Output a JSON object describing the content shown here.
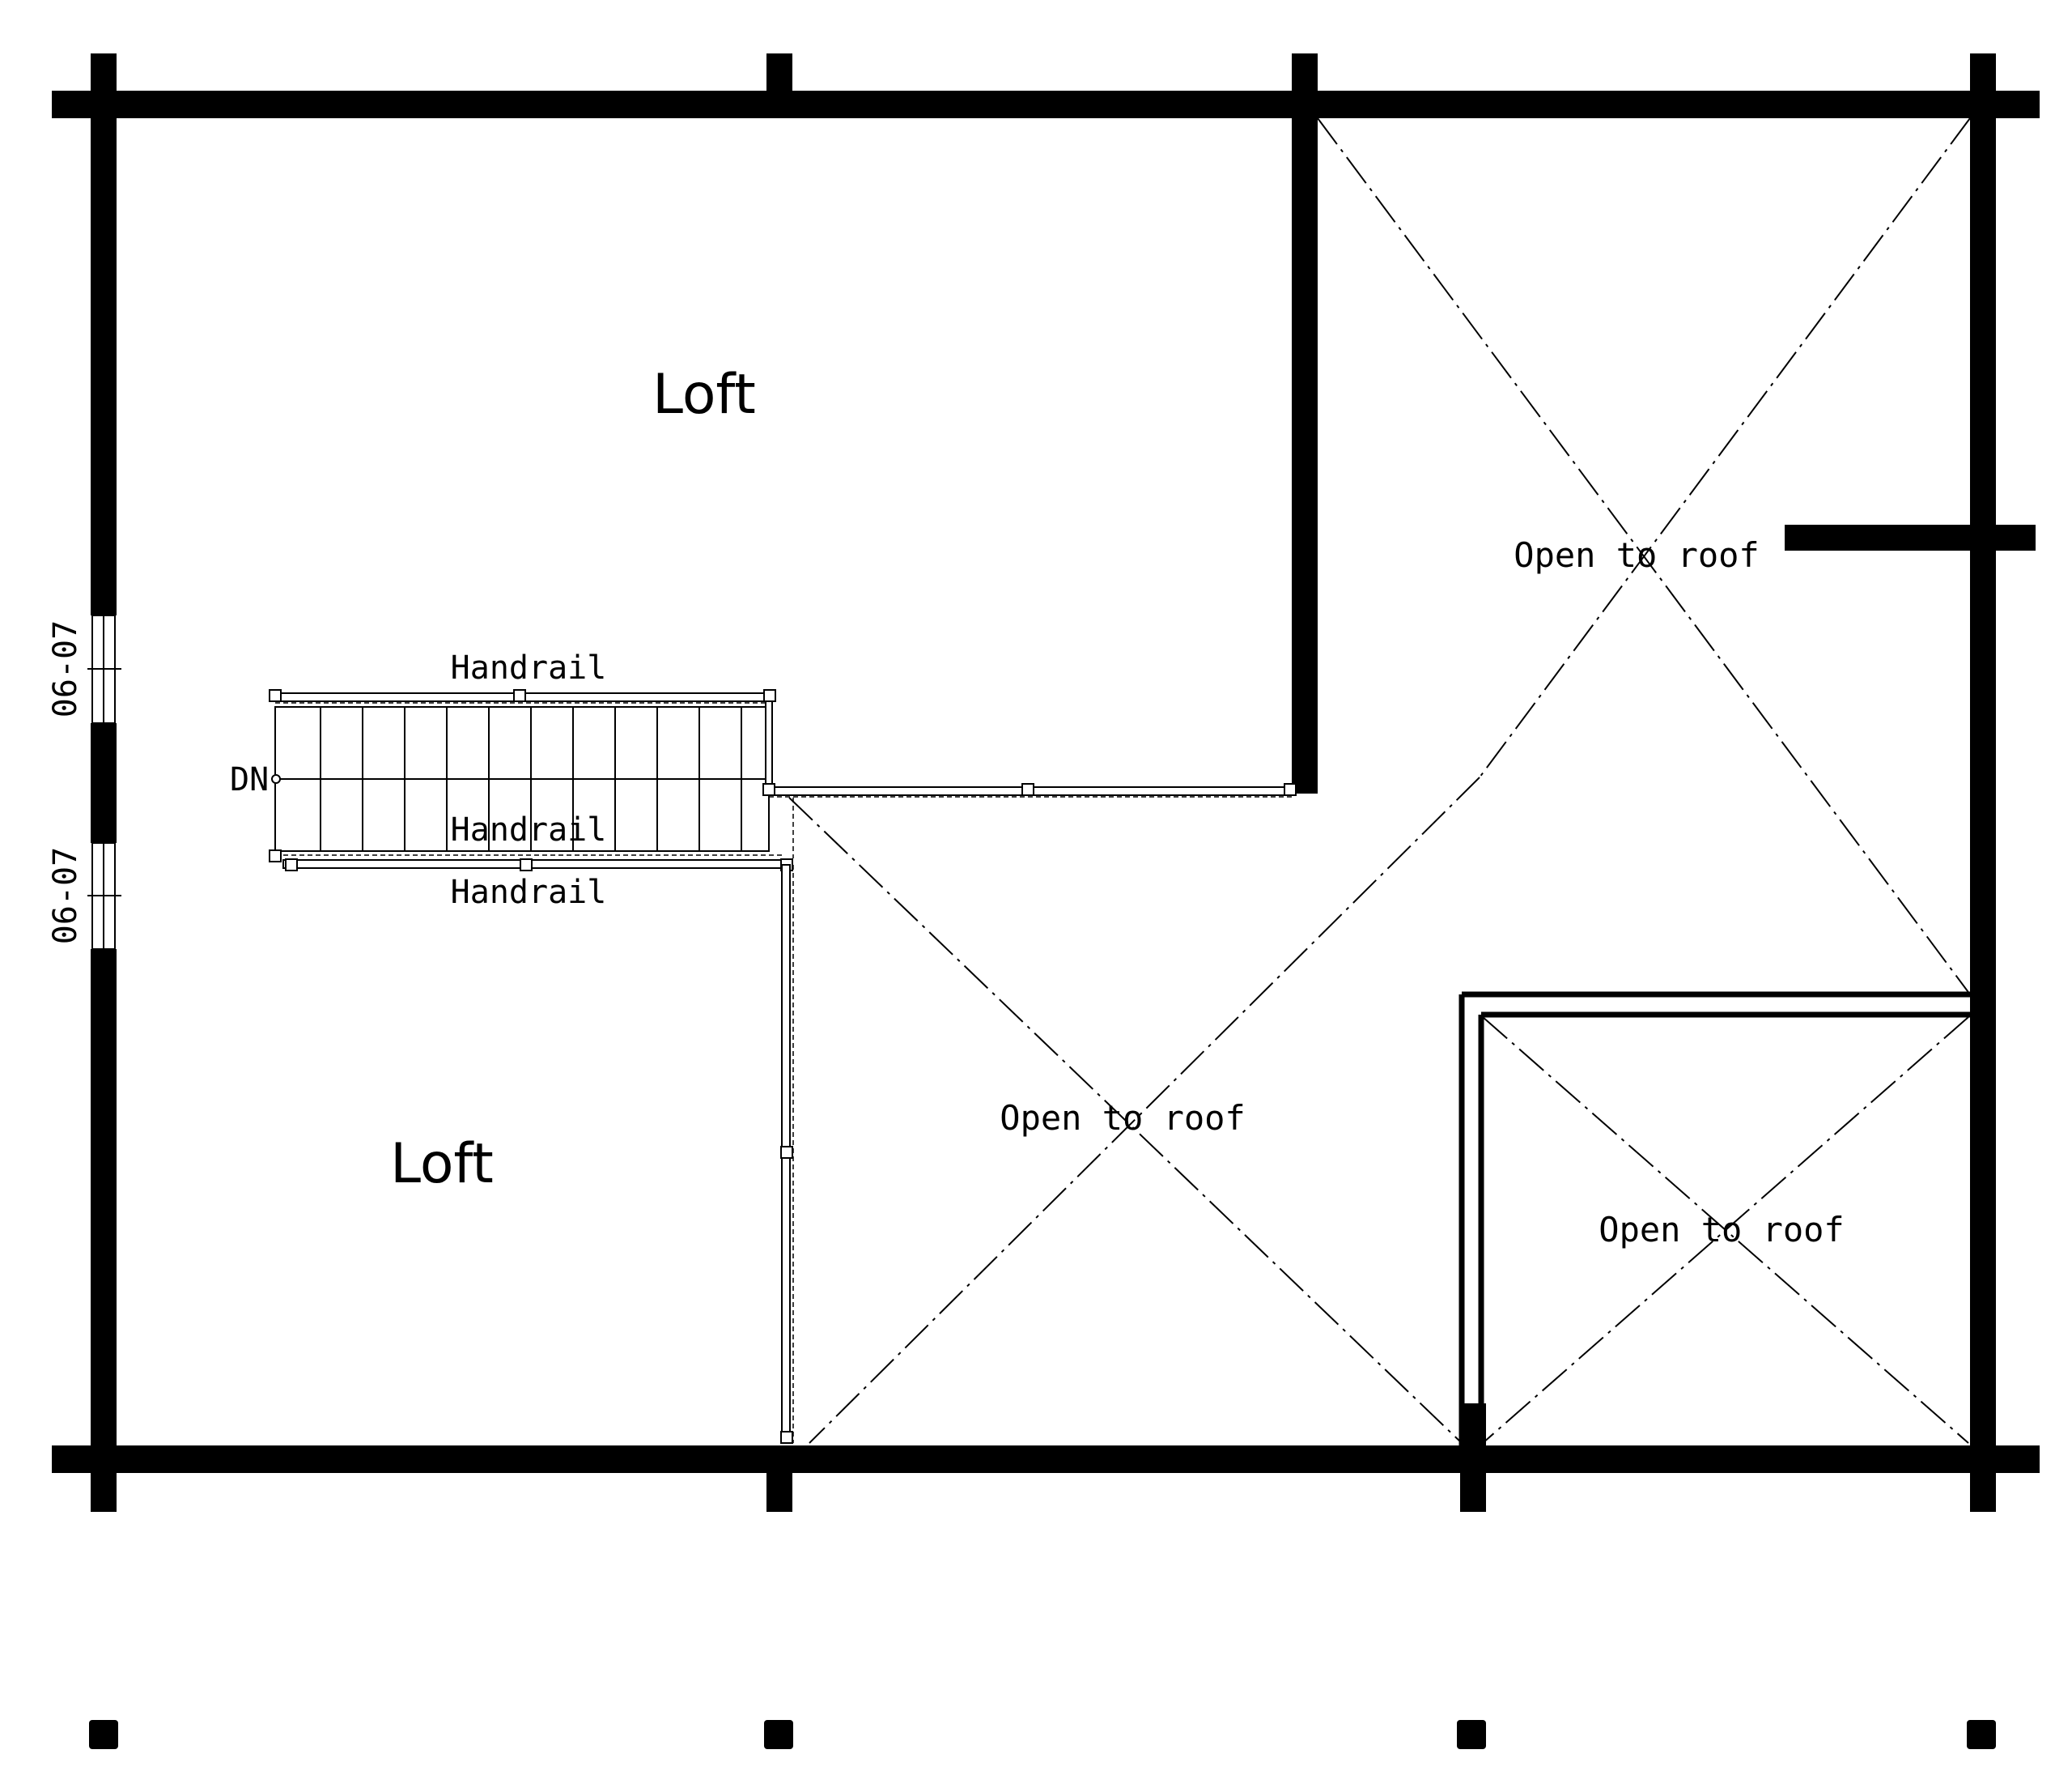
{
  "rooms": {
    "loft_upper": "Loft",
    "loft_lower": "Loft"
  },
  "open_to_roof": {
    "upper_right": "Open to roof",
    "center": "Open to roof",
    "lower_right": "Open to roof"
  },
  "handrails": {
    "top": "Handrail",
    "middle": "Handrail",
    "bottom": "Handrail"
  },
  "stair": {
    "direction": "DN"
  },
  "windows": {
    "upper": "06-07",
    "lower": "06-07"
  }
}
